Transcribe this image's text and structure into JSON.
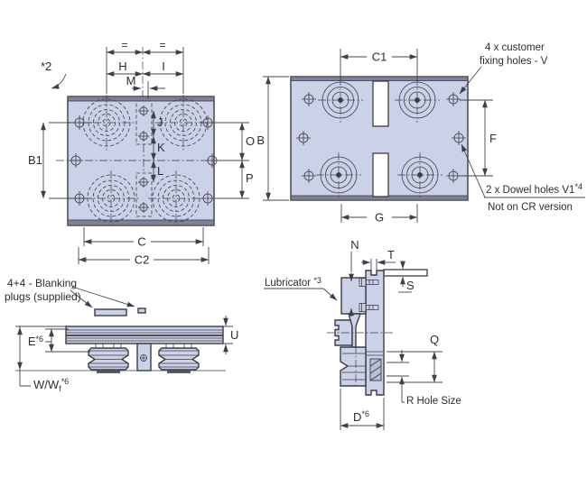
{
  "colors": {
    "plate": "#cbd1e7",
    "line": "#3c3c46",
    "dim": "#45454f",
    "band": "#7d8195",
    "ink": "#2c2c34",
    "bg": "#ffffff"
  },
  "tl": {
    "star2": "*2",
    "eq1": "=",
    "eq2": "=",
    "h": "H",
    "i": "I",
    "m": "M",
    "b1": "B1",
    "j": "J",
    "k": "K",
    "l": "L",
    "o": "O",
    "p": "P",
    "c": "C",
    "c2": "C2"
  },
  "tr": {
    "c1": "C1",
    "b": "B",
    "f": "F",
    "g": "G",
    "fix1": "4 x customer",
    "fix2": "fixing holes - V",
    "dowel1": "2 x Dowel holes V1",
    "dowel1sup": "*4",
    "dowel2": "Not on CR version"
  },
  "bl": {
    "note1": "4+4 - Blanking",
    "note2": "plugs (supplied)",
    "e": "E",
    "esup": "*6",
    "u": "U",
    "w": "W/W",
    "wsub": "f",
    "wsup": "*6"
  },
  "br": {
    "lub": "Lubricator ",
    "lubsup": "*3",
    "n": "N",
    "t": "T",
    "s": "S",
    "q": "Q",
    "r": "R Hole Size",
    "d": "D",
    "dsup": "*6"
  }
}
